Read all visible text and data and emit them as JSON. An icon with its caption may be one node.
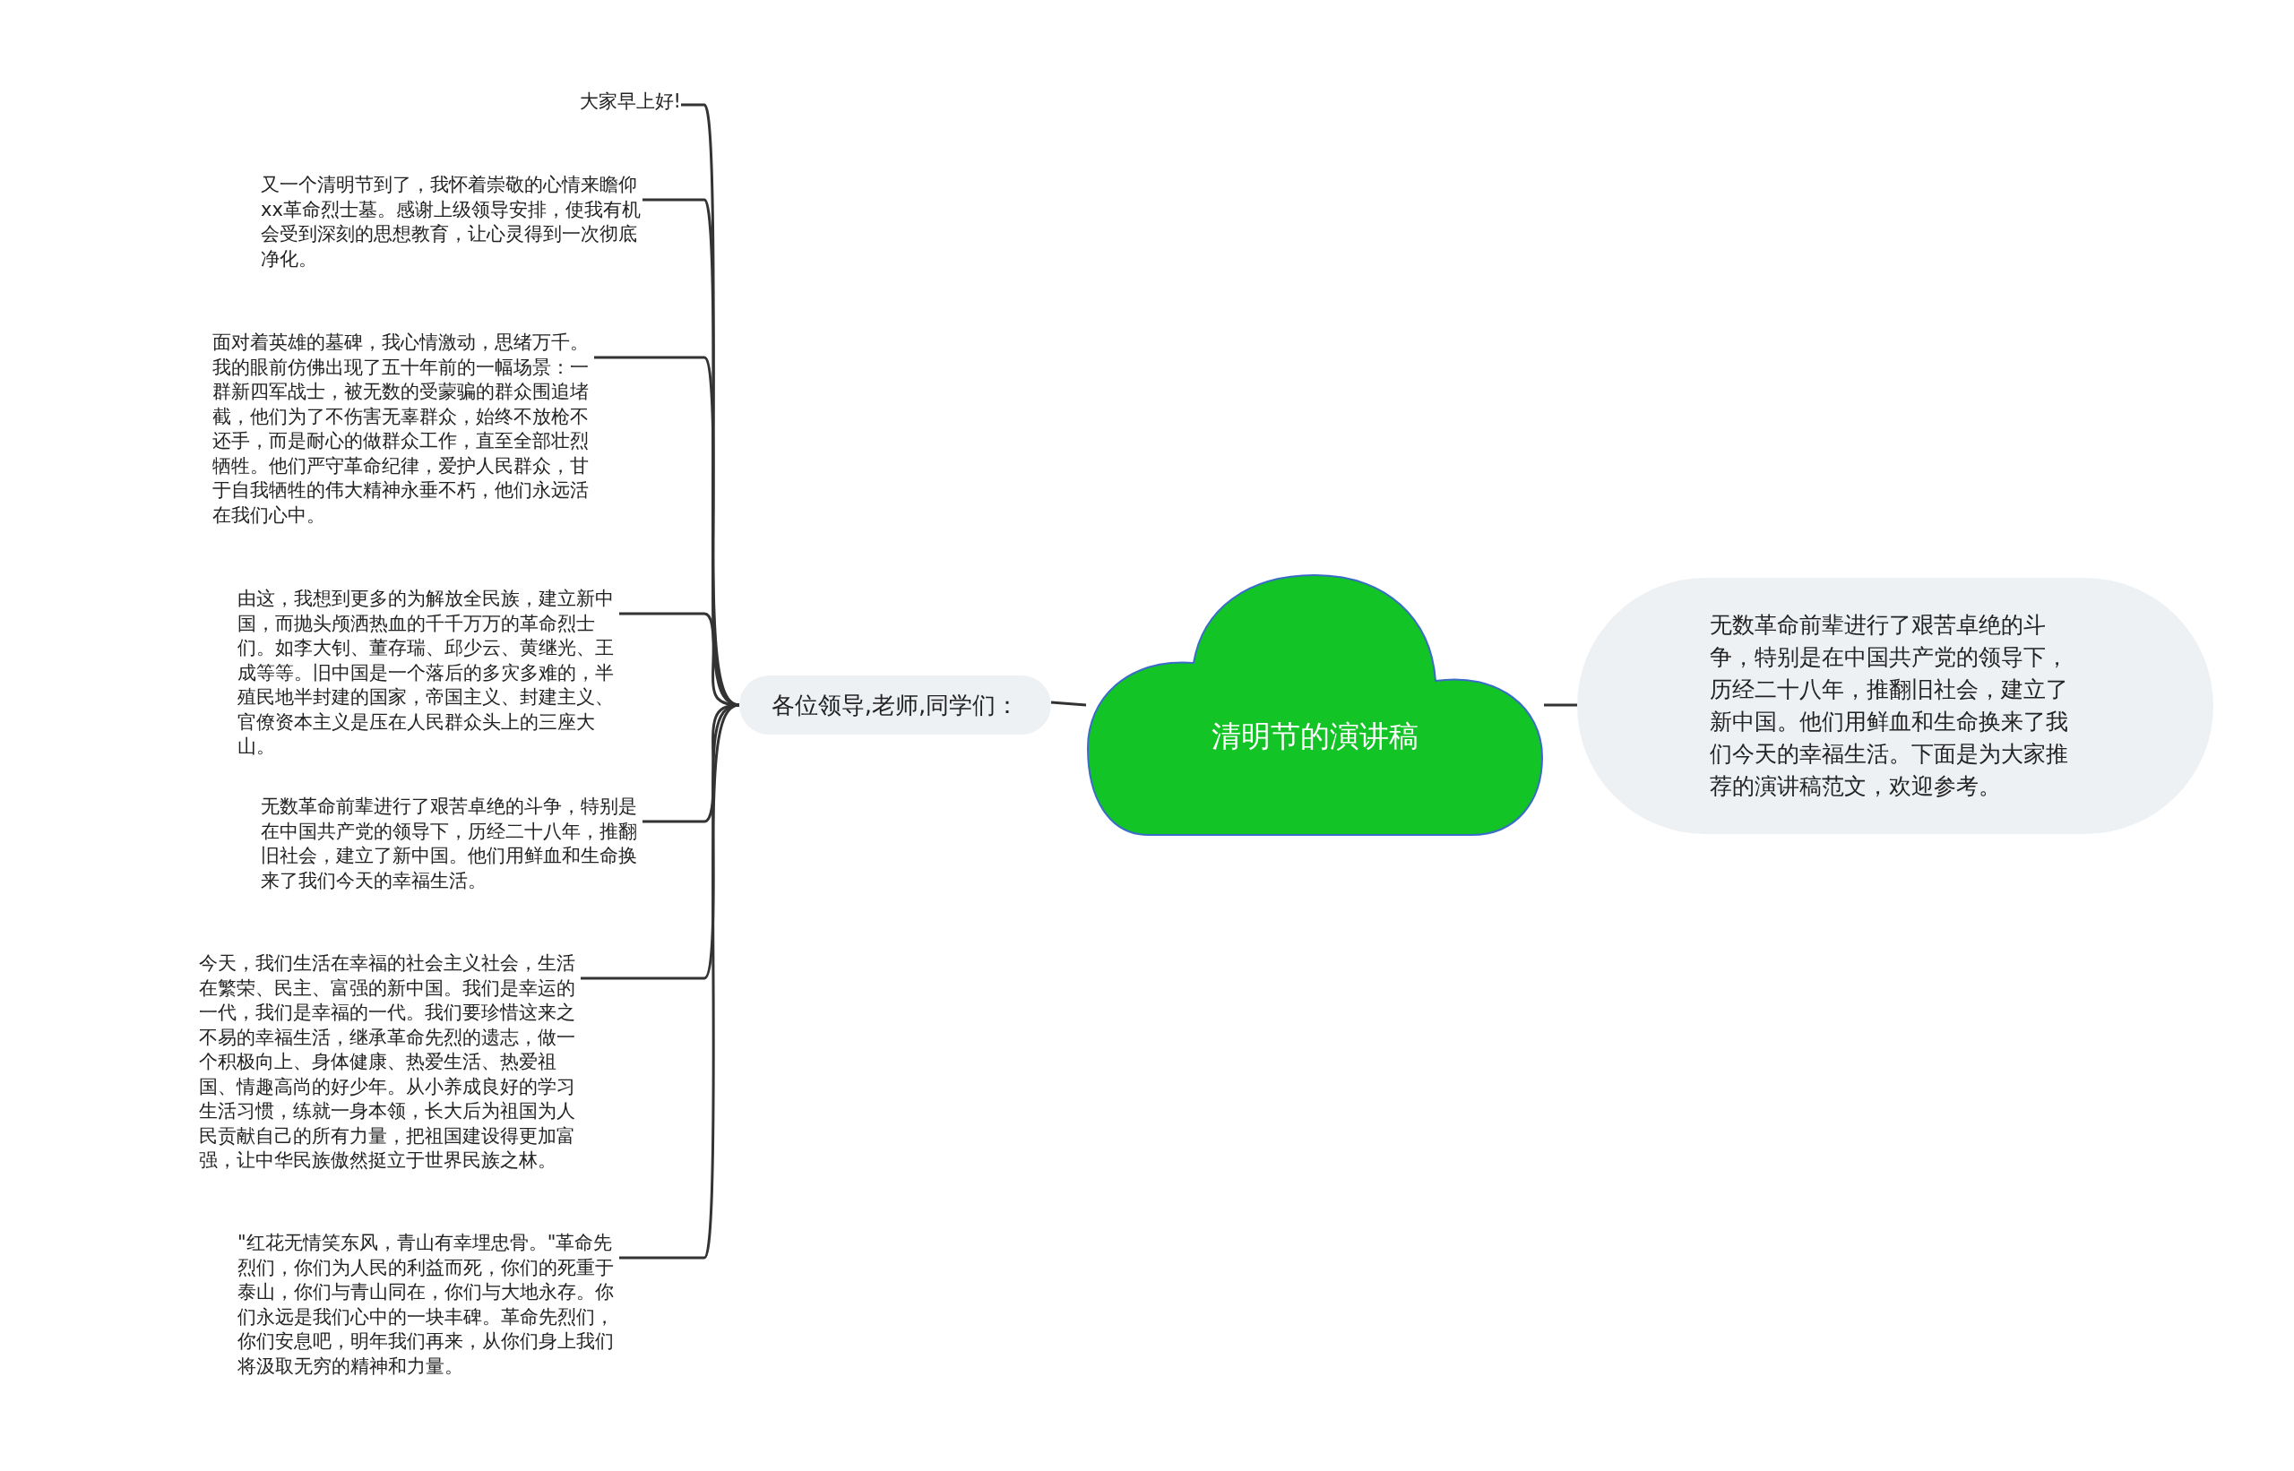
{
  "diagram": {
    "nodes": [
      {
        "text": [
          "清明节的演讲稿"
        ]
      },
      {
        "text": [
          "无数革命前辈进行了艰苦卓绝的斗争，特别是在中国共产党的领导下，历经二十八年，推翻旧社会，建立了新中国。他们用鲜血和生命换来了我们今天的幸福生活。下面是为大家推荐的演讲稿范文，欢迎参考。"
        ]
      },
      {
        "text": [
          "各位领导,老师,同学们："
        ]
      },
      {
        "text": [
          "大家早上好!"
        ]
      },
      {
        "text": [
          "又一个清明节到了，我怀着崇敬的心情来瞻仰xx革命烈士墓。感谢上级领导安排，使我有机会受到深刻的思想教育，让心灵得到一次彻底净化。"
        ]
      },
      {
        "text": [
          "面对着英雄的墓碑，我心情激动，思绪万千。我的眼前仿佛出现了五十年前的一幅场景：一群新四军战士，被无数的受蒙骗的群众围追堵截，他们为了不伤害无辜群众，始终不放枪不还手，而是耐心的做群众工作，直至全部壮烈牺牲。他们严守革命纪律，爱护人民群众，甘于自我牺牲的伟大精神永垂不朽，他们永远活在我们心中。"
        ]
      },
      {
        "text": [
          "由这，我想到更多的为解放全民族，建立新中国，而抛头颅洒热血的千千万万的革命烈士们。如李大钊、董存瑞、邱少云、黄继光、王成等等。旧中国是一个落后的多灾多难的，半殖民地半封建的国家，帝国主义、封建主义、官僚资本主义是压在人民群众头上的三座大山。"
        ]
      },
      {
        "text": [
          "无数革命前辈进行了艰苦卓绝的斗争，特别是在中国共产党的领导下，历经二十八年，推翻旧社会，建立了新中国。他们用鲜血和生命换来了我们今天的幸福生活。"
        ]
      },
      {
        "text": [
          "今天，我们生活在幸福的社会主义社会，生活在繁荣、民主、富强的新中国。我们是幸运的一代，我们是幸福的一代。我们要珍惜这来之不易的幸福生活，继承革命先烈的遗志，做一个积极向上、身体健康、热爱生活、热爱祖国、情趣高尚的好少年。从小养成良好的学习生活习惯，练就一身本领，长大后为祖国为人民贡献自己的所有力量，把祖国建设得更加富强，让中华民族傲然挺立于世界民族之林。"
        ]
      },
      {
        "text": [
          "\"红花无情笑东风，青山有幸埋忠骨。\"革命先烈们，你们为人民的利益而死，你们的死重于泰山，你们与青山同在，你们与大地永存。你们永远是我们心中的一块丰碑。革命先烈们，你们安息吧，明年我们再来，从你们身上我们将汲取无穷的精神和力量。"
        ]
      }
    ],
    "edges": [
      {
        "from": 0,
        "to": 1,
        "arrow": "none"
      },
      {
        "from": 0,
        "to": 2,
        "arrow": "none"
      },
      {
        "from": 2,
        "to": 3,
        "arrow": "none"
      },
      {
        "from": 2,
        "to": 4,
        "arrow": "none"
      },
      {
        "from": 2,
        "to": 5,
        "arrow": "none"
      },
      {
        "from": 2,
        "to": 6,
        "arrow": "none"
      },
      {
        "from": 2,
        "to": 7,
        "arrow": "none"
      },
      {
        "from": 2,
        "to": 8,
        "arrow": "none"
      },
      {
        "from": 2,
        "to": 9,
        "arrow": "none"
      }
    ]
  }
}
